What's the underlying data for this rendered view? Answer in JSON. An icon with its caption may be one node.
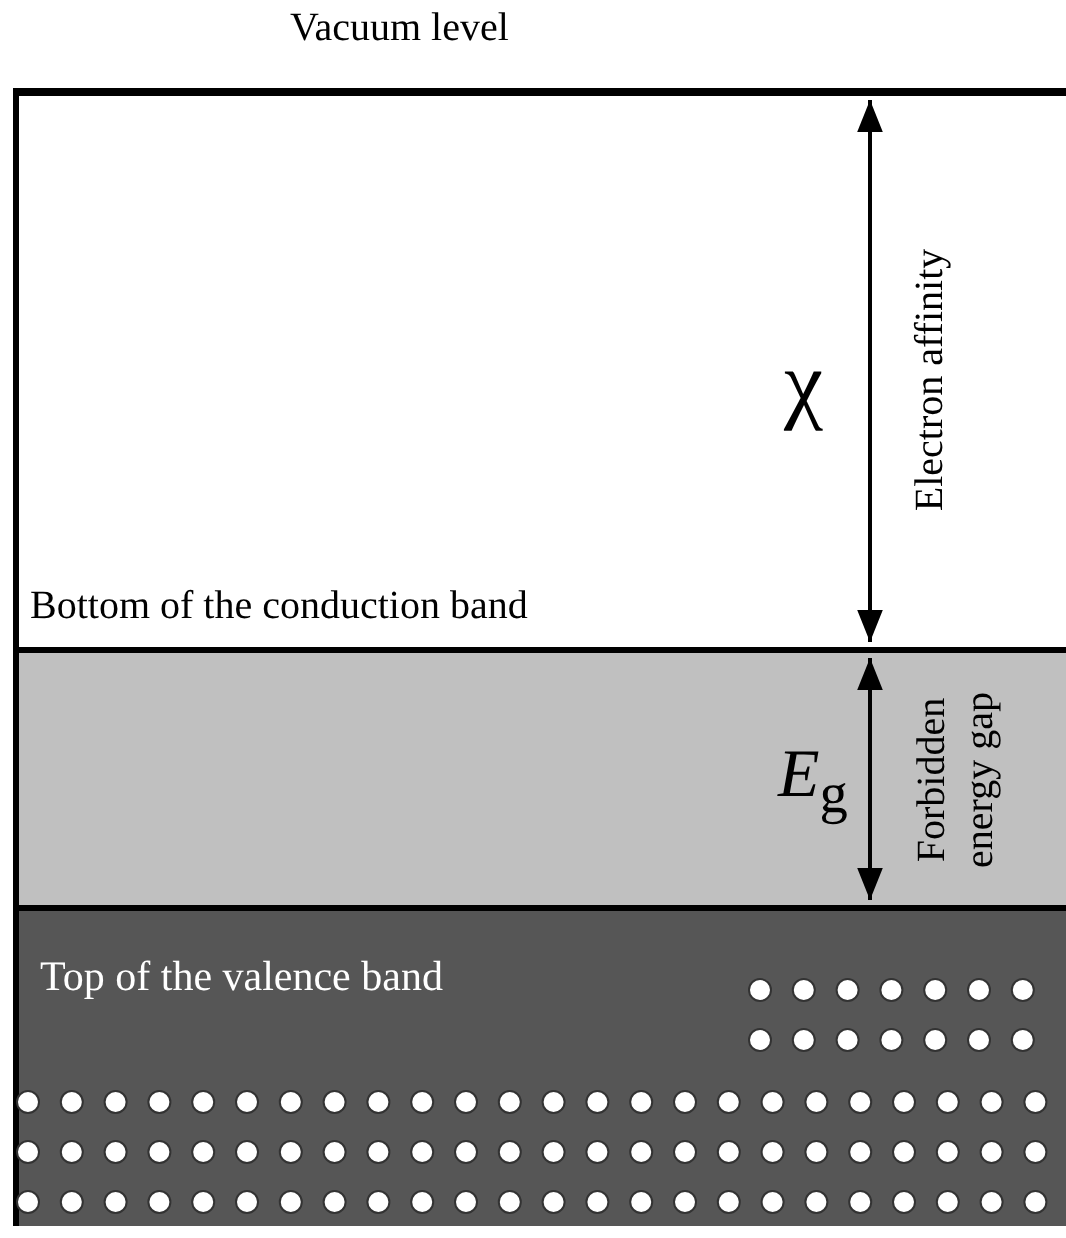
{
  "diagram": {
    "labels": [
      "Vacuum level",
      "χ",
      "Electron affinity",
      "Bottom of the conduction band",
      "*E*$_{g}$",
      "Forbidden energy gap",
      "Top of the valence band"
    ]
  }
}
